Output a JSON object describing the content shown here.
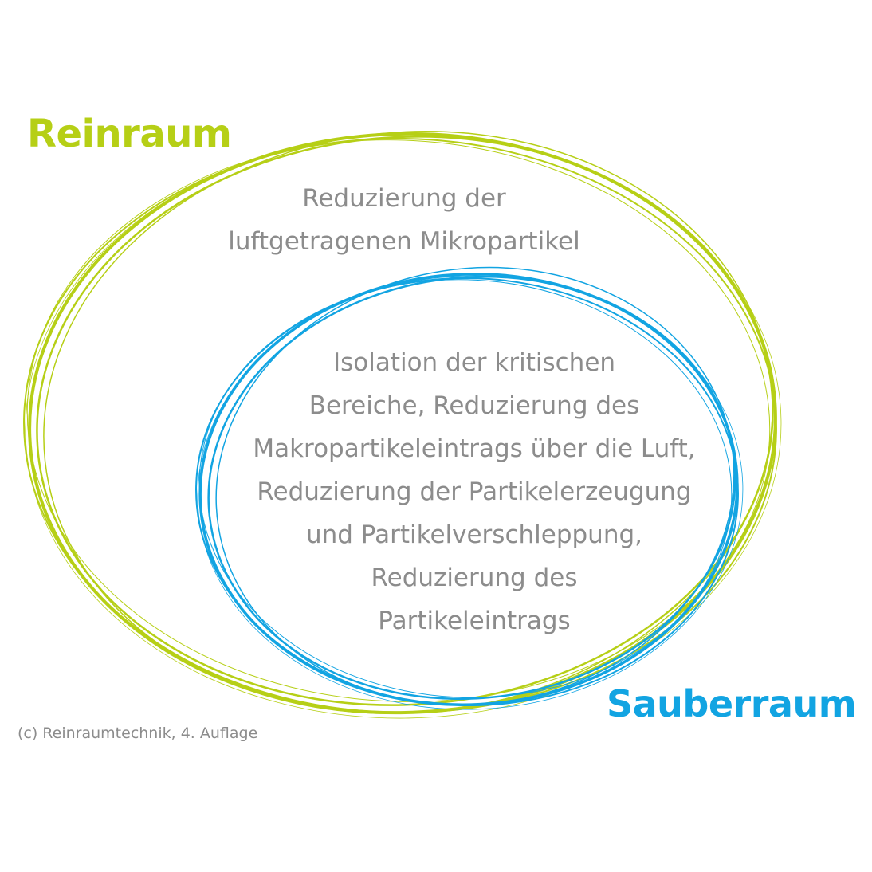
{
  "diagram": {
    "outer_title": "Reinraum",
    "inner_title": "Sauberraum",
    "outer_description": [
      "Reduzierung der",
      "luftgetragenen Mikropartikel"
    ],
    "inner_description": [
      "Isolation der kritischen",
      "Bereiche, Reduzierung des",
      "Makropartikeleintrags über die Luft,",
      "Reduzierung der Partikelerzeugung",
      "und Partikelverschleppung,",
      "Reduzierung des",
      "Partikeleintrags"
    ],
    "copyright": "(c) Reinraumtechnik, 4. Auflage",
    "colors": {
      "outer": "#b6cf16",
      "inner": "#12a4e2",
      "text": "#8c8c8c"
    }
  }
}
